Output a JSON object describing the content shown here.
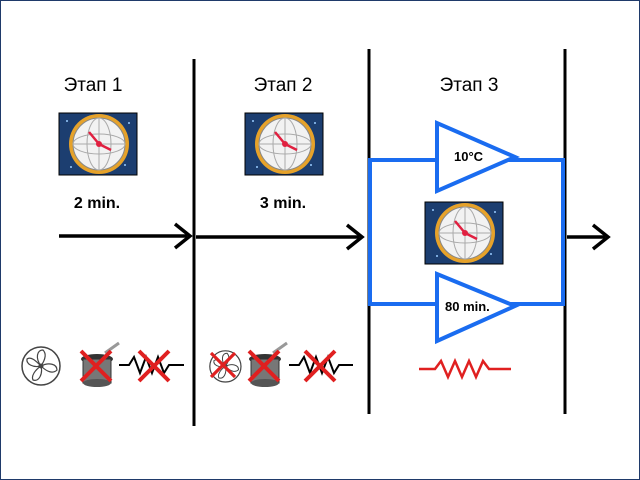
{
  "stages": [
    {
      "title": "Этап 1",
      "duration": "2 min."
    },
    {
      "title": "Этап 2",
      "duration": "3 min."
    },
    {
      "title": "Этап 3"
    }
  ],
  "stage3": {
    "temp_label": "10°C",
    "time_label": "80 min."
  },
  "colors": {
    "blue": "#1a6cf0",
    "red": "#e02020",
    "clock_bg": "#1c3e70",
    "clock_ring": "#e6a22a",
    "black": "#000000"
  },
  "icons": [
    "clock-icon",
    "fan-icon",
    "heater-icon",
    "resistor-icon"
  ]
}
